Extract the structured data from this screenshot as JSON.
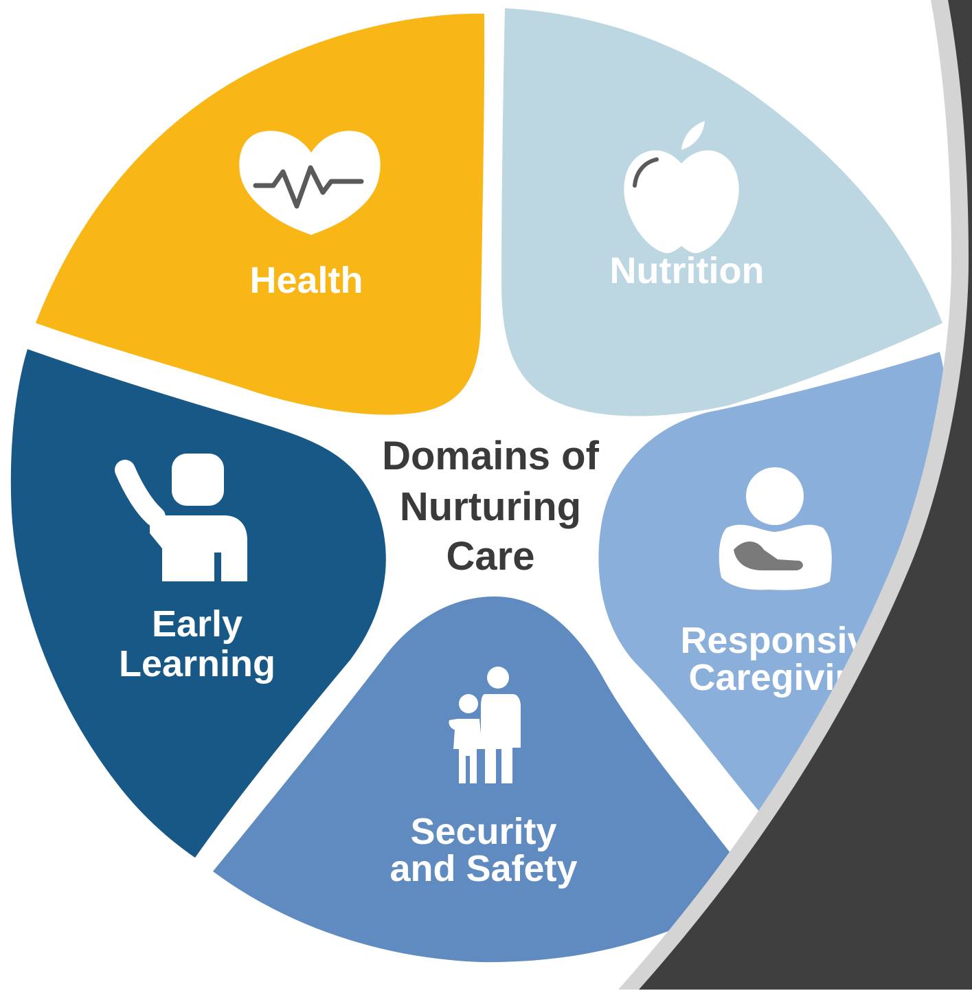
{
  "diagram": {
    "center": {
      "lines": [
        "Domains of",
        "Nurturing",
        "Care"
      ]
    },
    "segments": [
      {
        "id": "health",
        "lines": [
          "Health"
        ],
        "icon": "heart-pulse-icon",
        "color": "#F9B617"
      },
      {
        "id": "nutrition",
        "lines": [
          "Nutrition"
        ],
        "icon": "apple-icon",
        "color": "#BDD7E2"
      },
      {
        "id": "responsive-caregiving",
        "lines": [
          "Responsive",
          "Caregiving"
        ],
        "icon": "parent-holding-baby-icon",
        "color": "#8BAFDB"
      },
      {
        "id": "security-safety",
        "lines": [
          "Security",
          "and Safety"
        ],
        "icon": "adult-and-child-icon",
        "color": "#5F8BC1"
      },
      {
        "id": "early-learning",
        "lines": [
          "Early",
          "Learning"
        ],
        "icon": "child-raising-hand-icon",
        "color": "#175886"
      }
    ]
  },
  "overlay": {
    "panel_color": "#3F3F3F",
    "border_color": "#D4D4D4"
  }
}
